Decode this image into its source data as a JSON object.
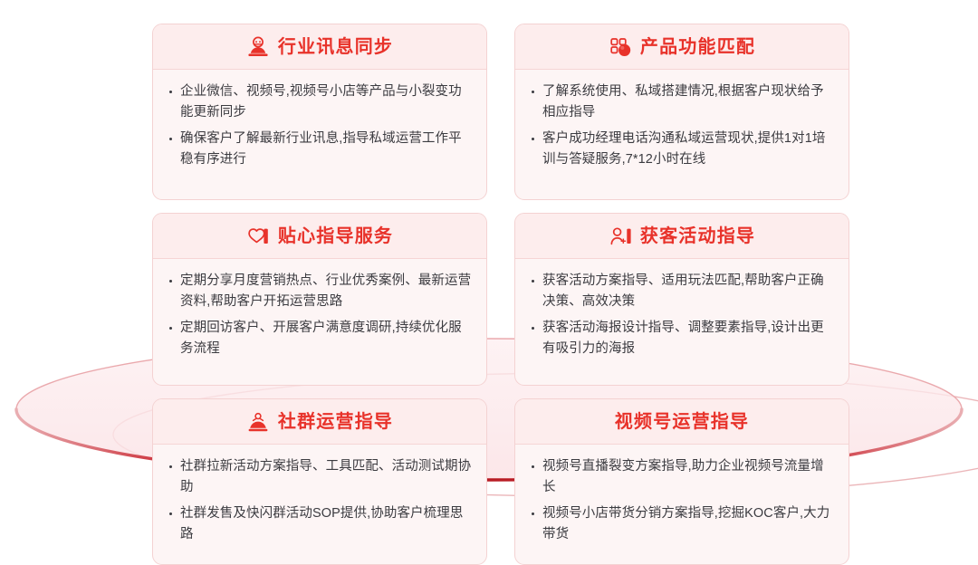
{
  "theme": {
    "accent": "#e8322a",
    "card_bg": "#fdf5f5",
    "header_bg": "#fdeded",
    "card_border": "#f4d2d2",
    "divider": "#f6d5d5",
    "text": "#3b3b40",
    "ellipse_edge": "#c8202a",
    "ellipse_outline": "#e8a2a6"
  },
  "stage": {
    "name": "decorative-ellipse-platform",
    "description": "translucent pink elliptical disc behind the card grid with a dark red lower rim and a second fainter ellipse below"
  },
  "cards": [
    {
      "icon": "podium-person-icon",
      "has_icon": true,
      "title": "行业讯息同步",
      "bullets": [
        "企业微信、视频号,视频号小店等产品与小裂变功能更新同步",
        "确保客户了解最新行业讯息,指导私域运营工作平稳有序进行"
      ]
    },
    {
      "icon": "app-grid-match-icon",
      "has_icon": true,
      "title": "产品功能匹配",
      "bullets": [
        "了解系统使用、私域搭建情况,根据客户现状给予相应指导",
        "客户成功经理电话沟通私域运营现状,提供1对1培训与答疑服务,7*12小时在线"
      ]
    },
    {
      "icon": "heart-card-icon",
      "has_icon": true,
      "title": "贴心指导服务",
      "bullets": [
        "定期分享月度营销热点、行业优秀案例、最新运营资料,帮助客户开拓运营思路",
        "定期回访客户、开展客户满意度调研,持续优化服务流程"
      ]
    },
    {
      "icon": "add-person-icon",
      "has_icon": true,
      "title": "获客活动指导",
      "bullets": [
        "获客活动方案指导、适用玩法匹配,帮助客户正确决策、高效决策",
        "获客活动海报设计指导、调整要素指导,设计出更有吸引力的海报"
      ]
    },
    {
      "icon": "community-group-icon",
      "has_icon": true,
      "title": "社群运营指导",
      "bullets": [
        "社群拉新活动方案指导、工具匹配、活动测试期协助",
        "社群发售及快闪群活动SOP提供,协助客户梳理思路"
      ]
    },
    {
      "icon": "",
      "has_icon": false,
      "title": "视频号运营指导",
      "bullets": [
        "视频号直播裂变方案指导,助力企业视频号流量增长",
        "视频号小店带货分销方案指导,挖掘KOC客户,大力带货"
      ]
    }
  ]
}
